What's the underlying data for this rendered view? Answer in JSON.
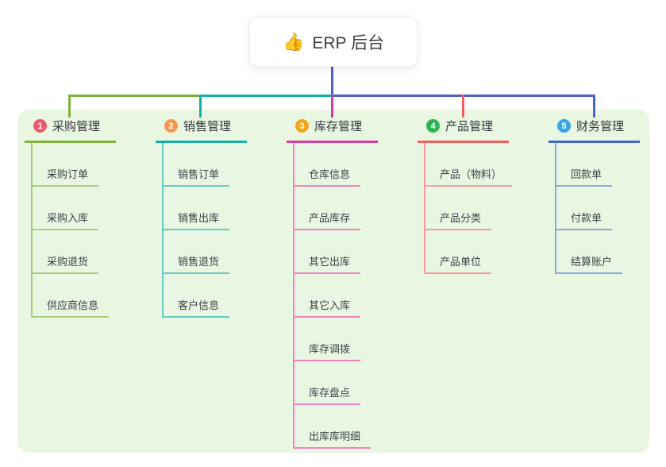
{
  "root": {
    "icon": "👍",
    "icon_name": "thumbs-up-icon",
    "label": "ERP 后台"
  },
  "colors": {
    "page_bg": "#ffffff",
    "panel_bg": "#e9f6e2",
    "root_stem": "#4c60d2",
    "root_text": "#3a3e44",
    "title_text": "#33363b",
    "child_text": "#3d4147"
  },
  "branches": [
    {
      "index": "1",
      "label": "采购管理",
      "badge_color": "#ee5a70",
      "line_color": "#7eb43d",
      "light_line_color": "#a9cd7b",
      "children": [
        "采购订单",
        "采购入库",
        "采购退货",
        "供应商信息"
      ]
    },
    {
      "index": "2",
      "label": "销售管理",
      "badge_color": "#f8964e",
      "line_color": "#14b0a6",
      "light_line_color": "#65cac2",
      "children": [
        "销售订单",
        "销售出库",
        "销售退货",
        "客户信息"
      ]
    },
    {
      "index": "3",
      "label": "库存管理",
      "badge_color": "#f9a41d",
      "line_color": "#d43da1",
      "light_line_color": "#ea85c0",
      "children": [
        "仓库信息",
        "产品库存",
        "其它出库",
        "其它入库",
        "库存调拨",
        "库存盘点",
        "出库库明细"
      ]
    },
    {
      "index": "4",
      "label": "产品管理",
      "badge_color": "#2bb251",
      "line_color": "#f15e5e",
      "light_line_color": "#f69c9c",
      "children": [
        "产品（物料）",
        "产品分类",
        "产品单位"
      ]
    },
    {
      "index": "5",
      "label": "财务管理",
      "badge_color": "#38a5e9",
      "line_color": "#4466cb",
      "light_line_color": "#8fa5df",
      "children": [
        "回款单",
        "付款单",
        "结算账户"
      ]
    }
  ]
}
